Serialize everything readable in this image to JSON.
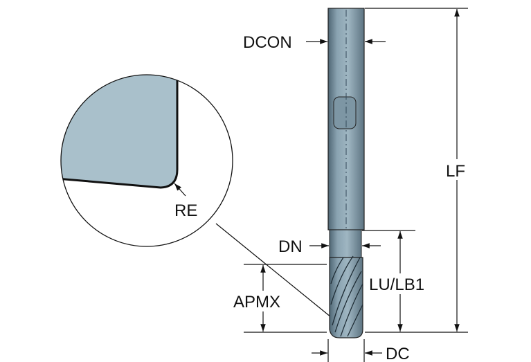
{
  "labels": {
    "dcon": "DCON",
    "lf": "LF",
    "re": "RE",
    "dn": "DN",
    "lu_lb1": "LU/LB1",
    "apmx": "APMX",
    "dc": "DC"
  },
  "colors": {
    "tool_body": "#8aa3b1",
    "tool_dark": "#4f6674",
    "detail_fill": "#a9c0cb",
    "line": "#111111"
  }
}
